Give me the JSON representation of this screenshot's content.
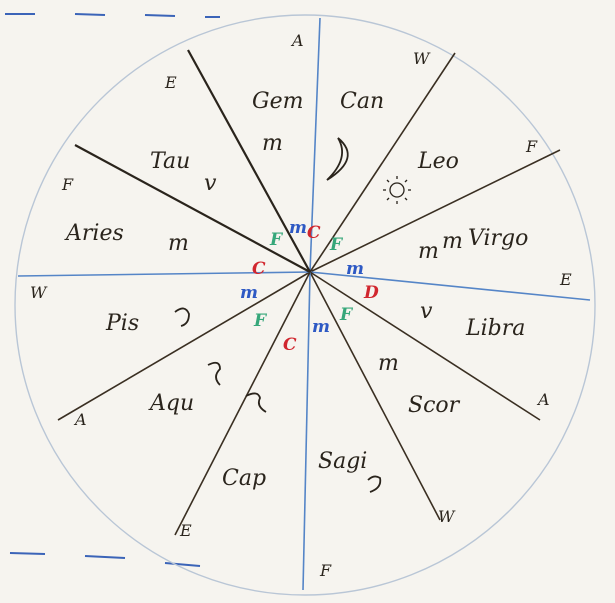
{
  "sign_labels": [
    {
      "id": "gem",
      "text": "Gem"
    },
    {
      "id": "can",
      "text": "Can"
    },
    {
      "id": "leo",
      "text": "Leo"
    },
    {
      "id": "virgo",
      "text": "Virgo"
    },
    {
      "id": "libra",
      "text": "Libra"
    },
    {
      "id": "scor",
      "text": "Scor"
    },
    {
      "id": "sagi",
      "text": "Sagi"
    },
    {
      "id": "cap",
      "text": "Cap"
    },
    {
      "id": "aqu",
      "text": "Aqu"
    },
    {
      "id": "pis",
      "text": "Pis"
    },
    {
      "id": "aries",
      "text": "Aries"
    },
    {
      "id": "tau",
      "text": "Tau"
    }
  ],
  "modality_marks": [
    {
      "id": "gem",
      "text": "m"
    },
    {
      "id": "leo",
      "text": "m"
    },
    {
      "id": "virgo",
      "text": "m"
    },
    {
      "id": "libra",
      "text": "v"
    },
    {
      "id": "scor",
      "text": "m"
    },
    {
      "id": "aries",
      "text": "m"
    },
    {
      "id": "tau",
      "text": "v"
    }
  ],
  "outer_letters": [
    {
      "id": "top",
      "text": "A"
    },
    {
      "id": "upper-right-1",
      "text": "W"
    },
    {
      "id": "upper-right-2",
      "text": "F"
    },
    {
      "id": "right",
      "text": "E"
    },
    {
      "id": "lower-right-1",
      "text": "A"
    },
    {
      "id": "lower-right-2",
      "text": "W"
    },
    {
      "id": "bottom",
      "text": "F"
    },
    {
      "id": "lower-left-1",
      "text": "E"
    },
    {
      "id": "lower-left-2",
      "text": "A"
    },
    {
      "id": "left",
      "text": "W"
    },
    {
      "id": "upper-left-1",
      "text": "F"
    },
    {
      "id": "upper-left-2",
      "text": "E"
    }
  ],
  "inner_letters": [
    {
      "id": "i1",
      "text": "m",
      "color": "#2e59c4"
    },
    {
      "id": "i2",
      "text": "C",
      "color": "#d1262e"
    },
    {
      "id": "i3",
      "text": "F",
      "color": "#36a77a"
    },
    {
      "id": "i4",
      "text": "m",
      "color": "#2e59c4"
    },
    {
      "id": "i5",
      "text": "D",
      "color": "#d1262e"
    },
    {
      "id": "i6",
      "text": "F",
      "color": "#36a77a"
    },
    {
      "id": "i7",
      "text": "m",
      "color": "#2e59c4"
    },
    {
      "id": "i8",
      "text": "C",
      "color": "#d1262e"
    },
    {
      "id": "i9",
      "text": "F",
      "color": "#36a77a"
    },
    {
      "id": "i10",
      "text": "m",
      "color": "#2e59c4"
    },
    {
      "id": "i11",
      "text": "C",
      "color": "#d1262e"
    },
    {
      "id": "i12",
      "text": "F",
      "color": "#36a77a"
    }
  ],
  "colors": {
    "board": "#f6f4ef",
    "circle": "#b9c6d6",
    "ink_black": "#2a241c",
    "ink_blue": "#5585c7",
    "dash_blue": "#3b64b8"
  }
}
